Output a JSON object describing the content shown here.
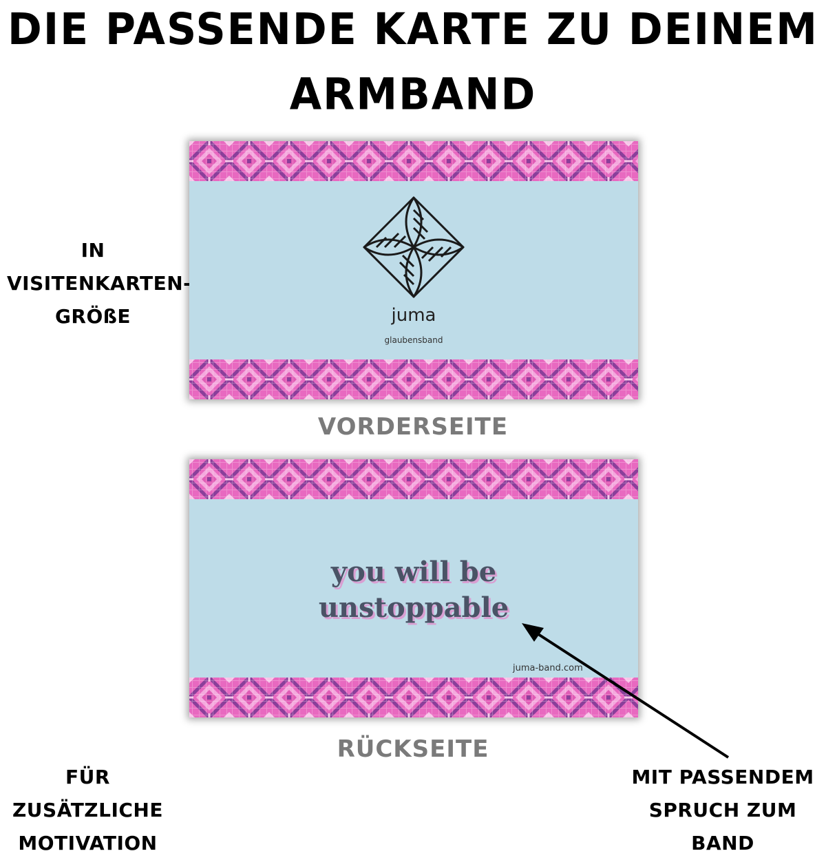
{
  "headline": {
    "line1": "DIE PASSENDE KARTE ZU DEINEM",
    "line2": "ARMBAND"
  },
  "labels": {
    "size": [
      "IN",
      "VISITENKARTEN-",
      "GRÖßE"
    ],
    "motivation": [
      "FÜR ZUSÄTZLICHE",
      "MOTIVATION"
    ],
    "saying": [
      "MIT PASSENDEM",
      "SPRUCH ZUM BAND"
    ]
  },
  "front_card": {
    "brand": "juma",
    "tagline": "glaubensband",
    "caption": "VORDERSEITE"
  },
  "back_card": {
    "quote_line1": "you will be",
    "quote_line2": "unstoppable",
    "url": "juma-band.com",
    "caption": "RÜCKSEITE"
  },
  "colors": {
    "card_bg": "#bedce8",
    "pattern_pink": "#e05bb5",
    "pattern_light": "#f4a9dd",
    "pattern_purple": "#8a3f9a",
    "caption_gray": "#7a7a7a",
    "quote_text": "#4a5366",
    "quote_shadow": "#d99fd2"
  },
  "icons": {
    "logo": "diamond-flower-logo-icon",
    "arrow": "arrow-icon"
  }
}
